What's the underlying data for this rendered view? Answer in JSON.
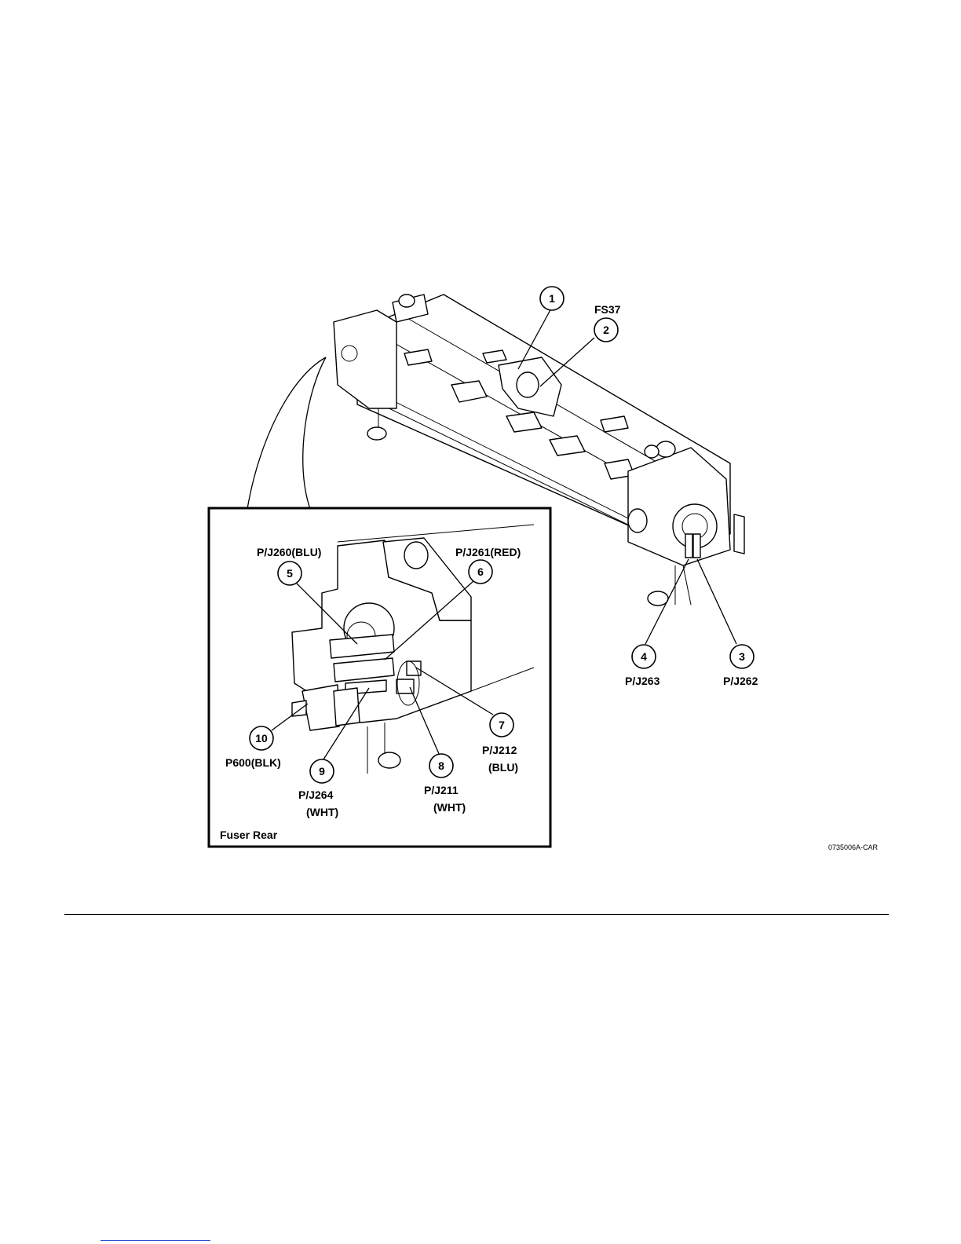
{
  "figure": {
    "id_code": "0735006A-CAR",
    "inset_title": "Fuser Rear",
    "callouts": [
      {
        "num": "1",
        "label": ""
      },
      {
        "num": "2",
        "label": "FS37"
      },
      {
        "num": "3",
        "label": "P/J262"
      },
      {
        "num": "4",
        "label": "P/J263"
      },
      {
        "num": "5",
        "label": "P/J260(BLU)"
      },
      {
        "num": "6",
        "label": "P/J261(RED)"
      },
      {
        "num": "7",
        "label": "P/J212",
        "label2": "(BLU)"
      },
      {
        "num": "8",
        "label": "P/J211",
        "label2": "(WHT)"
      },
      {
        "num": "9",
        "label": "P/J264",
        "label2": "(WHT)"
      },
      {
        "num": "10",
        "label": "P600(BLK)"
      }
    ]
  }
}
